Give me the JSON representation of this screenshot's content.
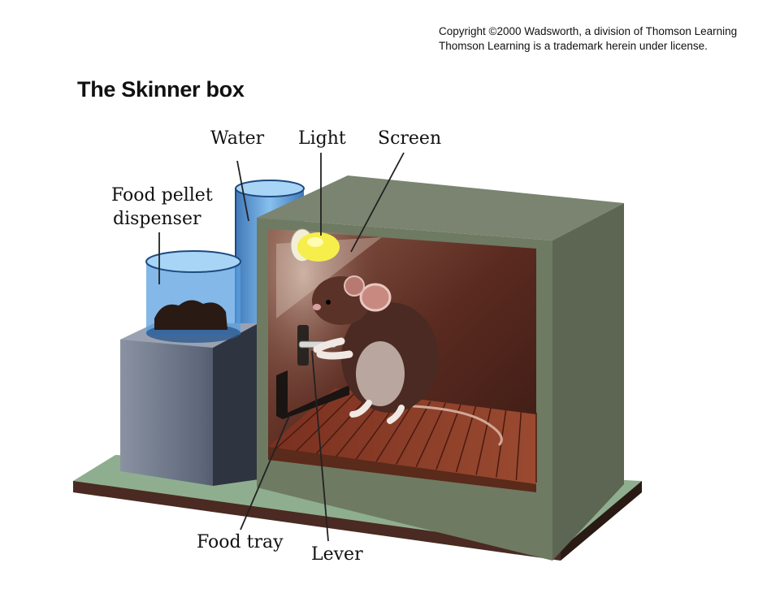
{
  "copyright": {
    "line1": "Copyright ©2000 Wadsworth, a division of Thomson Learning",
    "line2": "Thomson Learning is a trademark herein under license."
  },
  "title": "The Skinner box",
  "labels": {
    "water": "Water",
    "light": "Light",
    "screen": "Screen",
    "food_pellet_line1": "Food pellet",
    "food_pellet_line2": "dispenser",
    "food_tray": "Food tray",
    "lever": "Lever"
  },
  "colors": {
    "base": "#8fae8f",
    "box_wall": "#6f7a62",
    "box_interior": "#5a2a20",
    "floor": "#8a3a26",
    "water": "#4a8fd0",
    "dispenser": "#5c6678",
    "light": "#f6ee4a",
    "mouse_fur": "#4a2a22"
  }
}
